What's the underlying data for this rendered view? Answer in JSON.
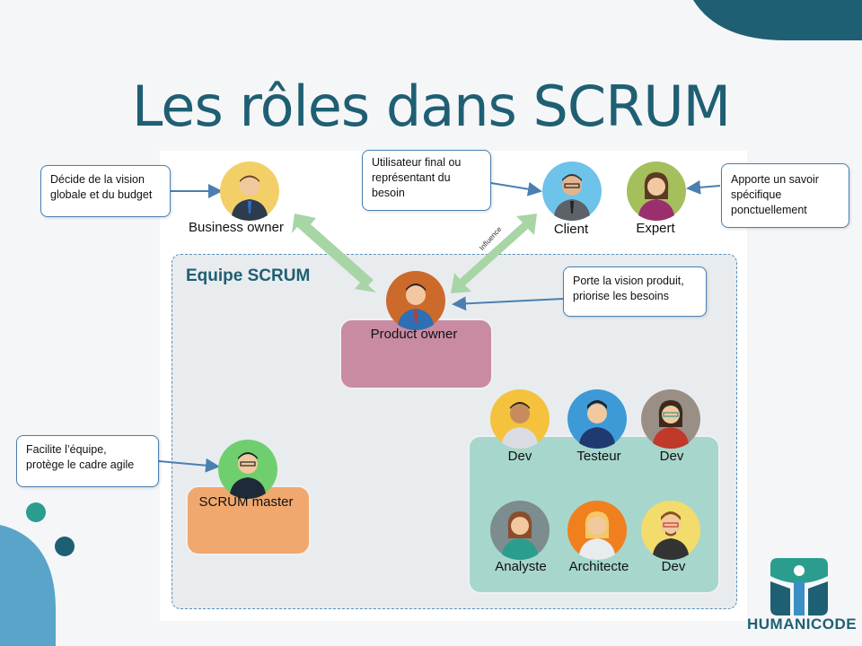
{
  "title": "Les rôles dans SCRUM",
  "team_title": "Equipe SCRUM",
  "roles": {
    "business_owner": "Business owner",
    "client": "Client",
    "expert": "Expert",
    "product_owner": "Product owner",
    "scrum_master": "SCRUM master",
    "dev1": "Dev",
    "testeur": "Testeur",
    "dev2": "Dev",
    "analyste": "Analyste",
    "architecte": "Architecte",
    "dev3": "Dev"
  },
  "notes": {
    "business_owner": [
      "Décide de la vision",
      "globale et du budget"
    ],
    "client": [
      "Utilisateur final ou",
      "représentant du",
      "besoin"
    ],
    "expert": [
      "Apporte un savoir",
      "spécifique",
      "ponctuellement"
    ],
    "product_owner": [
      "Porte la vision produit,",
      "priorise les besoins"
    ],
    "scrum_master": [
      "Facilite l’équipe,",
      "protège le cadre agile"
    ]
  },
  "influence_label": "Influence",
  "logo": "HUMANICODE",
  "colors": {
    "title": "#1f5f73",
    "product_owner_box": "#c98ba2",
    "scrum_master_box": "#f1a86e",
    "dev_team_box": "#a7d6cc",
    "influence_arrows": "#a8d5a6",
    "note_arrows": "#4a7fb0"
  }
}
